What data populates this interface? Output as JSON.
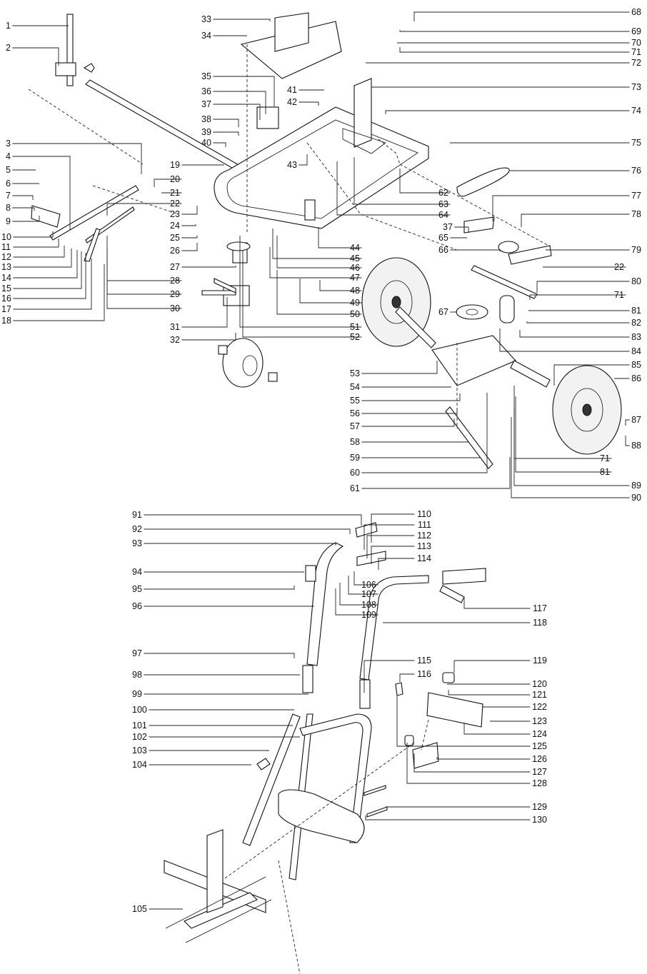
{
  "colors": {
    "ink": "#111111",
    "paper": "#ffffff",
    "tire": "#f2f2f2"
  },
  "parts": {
    "top_section": [
      "1",
      "2",
      "3",
      "4",
      "5",
      "6",
      "7",
      "8",
      "9",
      "10",
      "11",
      "12",
      "13",
      "14",
      "15",
      "16",
      "17",
      "18",
      "19",
      "20",
      "21",
      "22",
      "23",
      "24",
      "25",
      "26",
      "27",
      "28",
      "29",
      "30",
      "31",
      "32",
      "33",
      "34",
      "35",
      "36",
      "37",
      "38",
      "39",
      "40",
      "41",
      "42",
      "43",
      "44",
      "45",
      "46",
      "47",
      "48",
      "49",
      "50",
      "51",
      "52",
      "53",
      "54",
      "55",
      "56",
      "57",
      "58",
      "59",
      "60",
      "61",
      "62",
      "63",
      "64",
      "65",
      "66",
      "67",
      "68",
      "69",
      "70",
      "71",
      "72",
      "73",
      "74",
      "75",
      "76",
      "77",
      "78",
      "79",
      "80",
      "81",
      "82",
      "83",
      "84",
      "85",
      "86",
      "87",
      "88",
      "89",
      "90"
    ],
    "extra_top_labels": [
      "37",
      "22",
      "71",
      "71",
      "81"
    ],
    "bottom_section": [
      "91",
      "92",
      "93",
      "94",
      "95",
      "96",
      "97",
      "98",
      "99",
      "100",
      "101",
      "102",
      "103",
      "104",
      "105",
      "106",
      "107",
      "108",
      "109",
      "110",
      "111",
      "112",
      "113",
      "114",
      "115",
      "116",
      "117",
      "118",
      "119",
      "120",
      "121",
      "122",
      "123",
      "124",
      "125",
      "126",
      "127",
      "128",
      "129",
      "130"
    ]
  }
}
